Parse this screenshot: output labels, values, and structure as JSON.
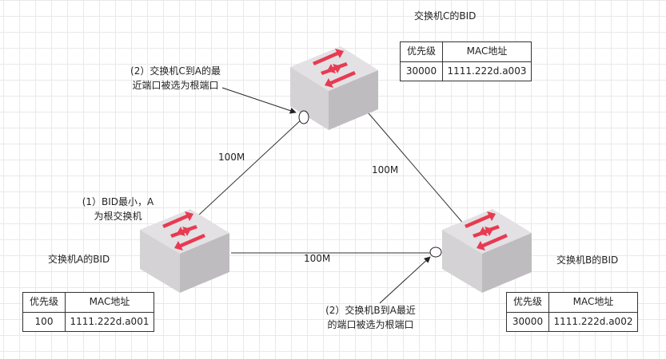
{
  "colors": {
    "switch_top": "#e3e1e3",
    "switch_left": "#d4d2d4",
    "switch_right": "#bebcbf",
    "arrow": "#e83a52",
    "line": "#333333"
  },
  "switches": {
    "a": {
      "title": "交换机A的BID",
      "priority_header": "优先级",
      "mac_header": "MAC地址",
      "priority": "100",
      "mac": "1111.222d.a001"
    },
    "b": {
      "title": "交换机B的BID",
      "priority_header": "优先级",
      "mac_header": "MAC地址",
      "priority": "30000",
      "mac": "1111.222d.a002"
    },
    "c": {
      "title": "交换机C的BID",
      "priority_header": "优先级",
      "mac_header": "MAC地址",
      "priority": "30000",
      "mac": "1111.222d.a003"
    }
  },
  "links": {
    "a_c": "100M",
    "c_b": "100M",
    "a_b": "100M"
  },
  "notes": {
    "root_bridge": [
      "(1）BID最小，A",
      "为根交换机"
    ],
    "c_root_port": [
      "(2）交换机C到A的最",
      "近端口被选为根端口"
    ],
    "b_root_port": [
      "(2）交换机B到A最近",
      "的端口被选为根端口"
    ]
  }
}
